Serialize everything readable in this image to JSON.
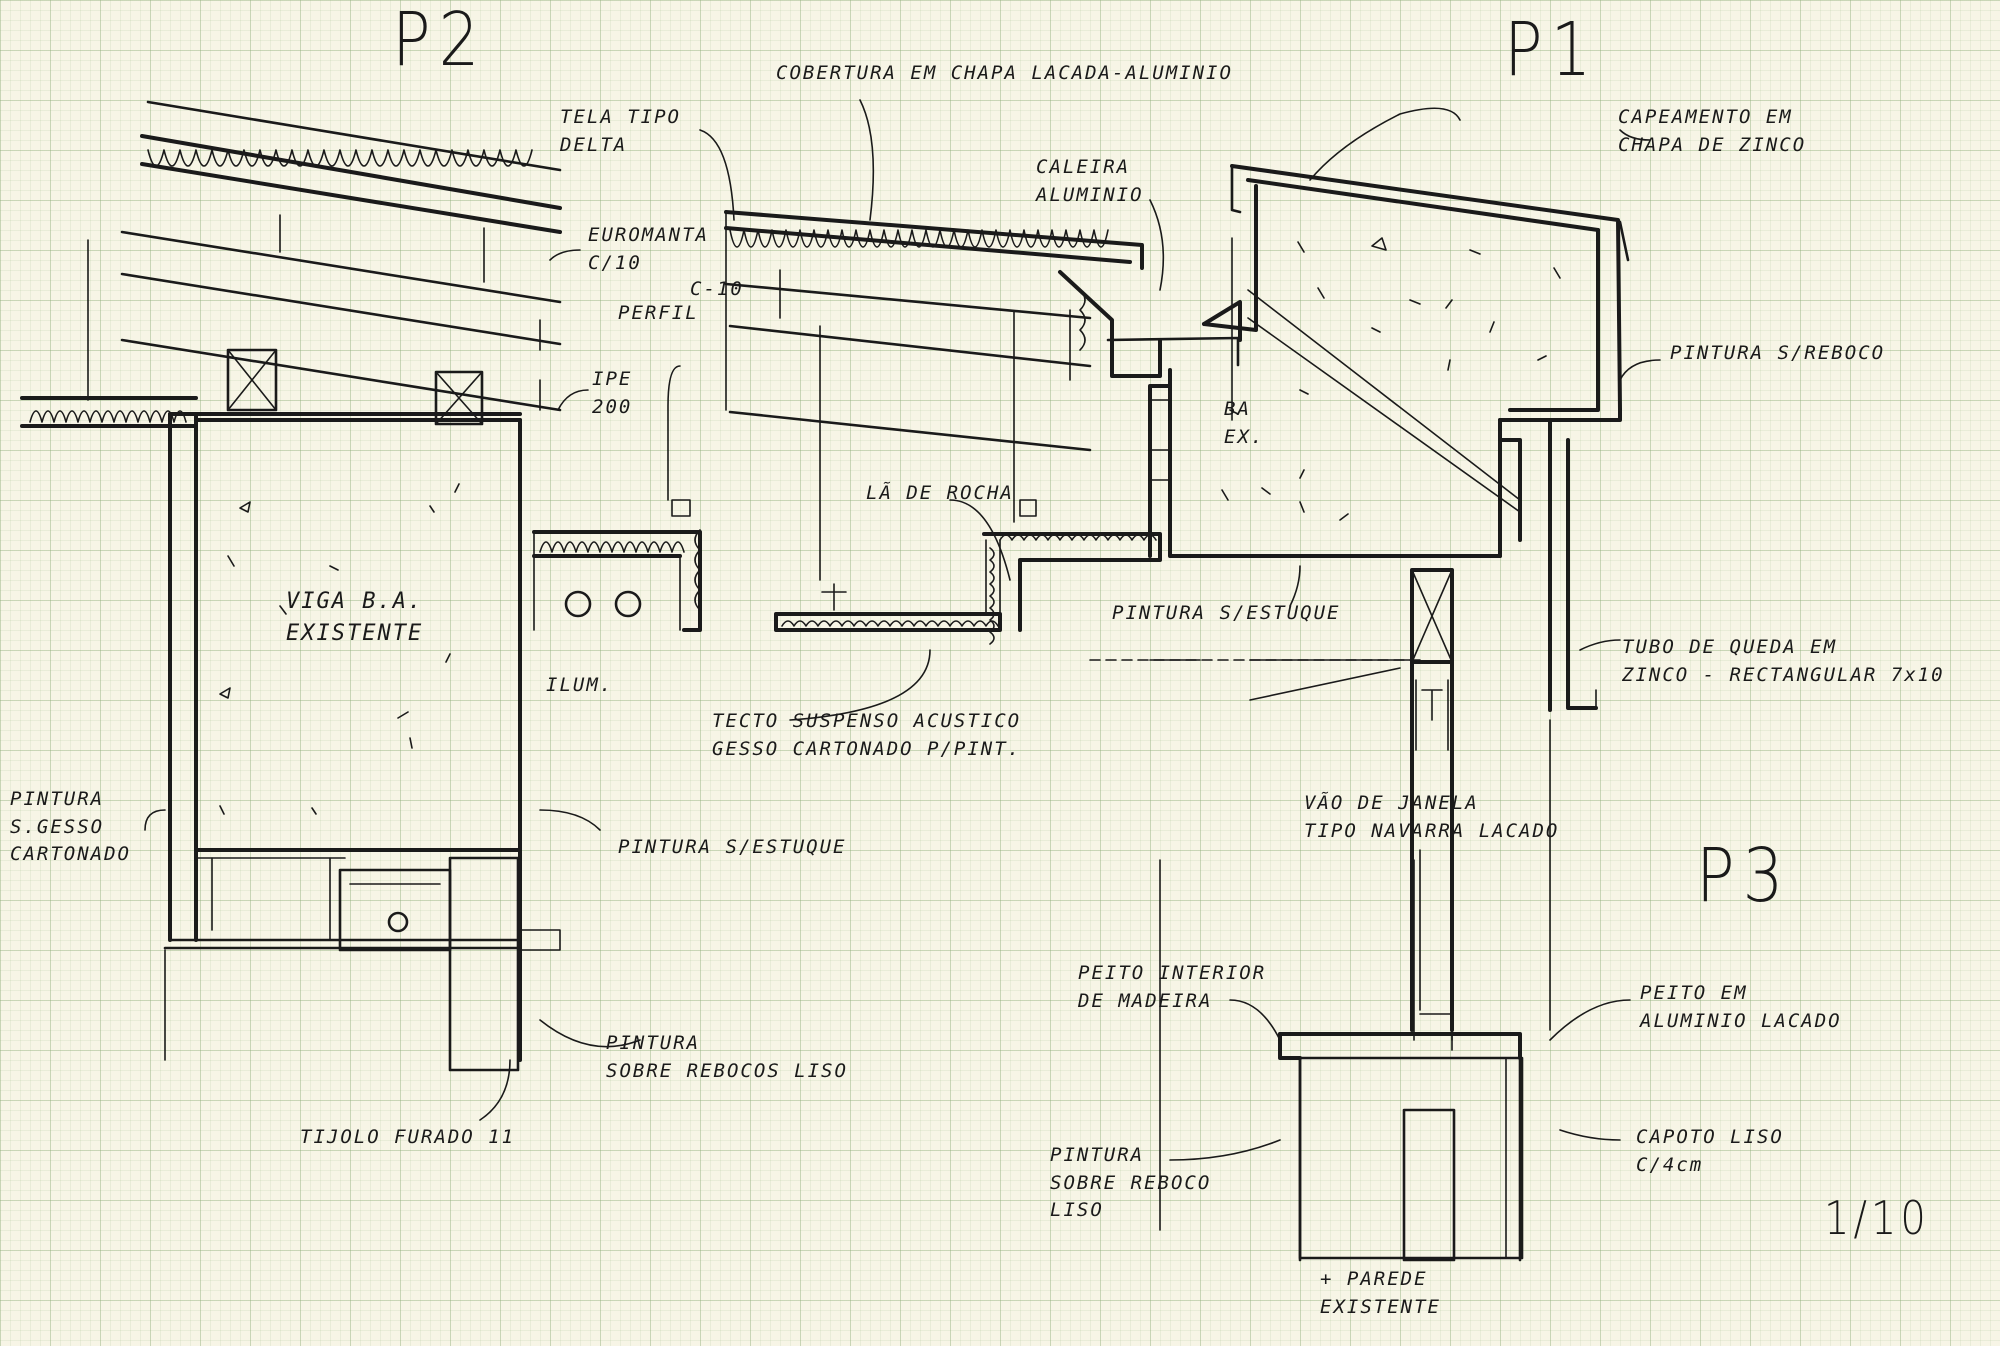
{
  "sections": {
    "p1": "P1",
    "p2": "P2",
    "p3": "P3"
  },
  "scale": "1/10",
  "labels": {
    "cobertura": "COBERTURA EM CHAPA LACADA-ALUMINIO",
    "tela_tipo_delta": "TELA TIPO\nDELTA",
    "euromanta": "EUROMANTA\nC/10",
    "c10": "C-10",
    "perfil": "PERFIL",
    "ipe200": "IPE\n200",
    "caleira": "CALEIRA\nALUMINIO",
    "capeamento": "CAPEAMENTO EM\nCHAPA DE ZINCO",
    "pintura_s_reboco": "PINTURA S/REBOCO",
    "ba_ex": "BA\nEX.",
    "la_de_rocha": "LÃ DE ROCHA",
    "pintura_s_estuque_1": "PINTURA S/ESTUQUE",
    "viga_ba": "VIGA B.A.\nEXISTENTE",
    "ilum": "ILUM.",
    "tecto_suspenso": "TECTO SUSPENSO ACUSTICO\nGESSO CARTONADO P/PINT.",
    "tubo_de_queda": "TUBO DE QUEDA EM\nZINCO - RECTANGULAR 7x10",
    "pintura_s_gesso": "PINTURA\nS.GESSO\nCARTONADO",
    "pintura_s_estuque_2": "PINTURA S/ESTUQUE",
    "vao_de_janela": "VÃO DE JANELA\nTIPO NAVARRA LACADO",
    "peito_interior": "PEITO INTERIOR\nDE MADEIRA",
    "peito_aluminio": "PEITO EM\nALUMINIO LACADO",
    "pintura_sobre_rebocos": "PINTURA\nSOBRE REBOCOS LISO",
    "tijolo_furado": "TIJOLO FURADO 11",
    "pintura_sobre_reboco_liso": "PINTURA\nSOBRE REBOCO\nLISO",
    "capoto_liso": "CAPOTO LISO\nC/4cm",
    "parede_existente": "+ PAREDE\nEXISTENTE"
  },
  "colors": {
    "paper": "#f7f5e6",
    "ink": "#1a1a1a",
    "grid": "#8caa78"
  }
}
